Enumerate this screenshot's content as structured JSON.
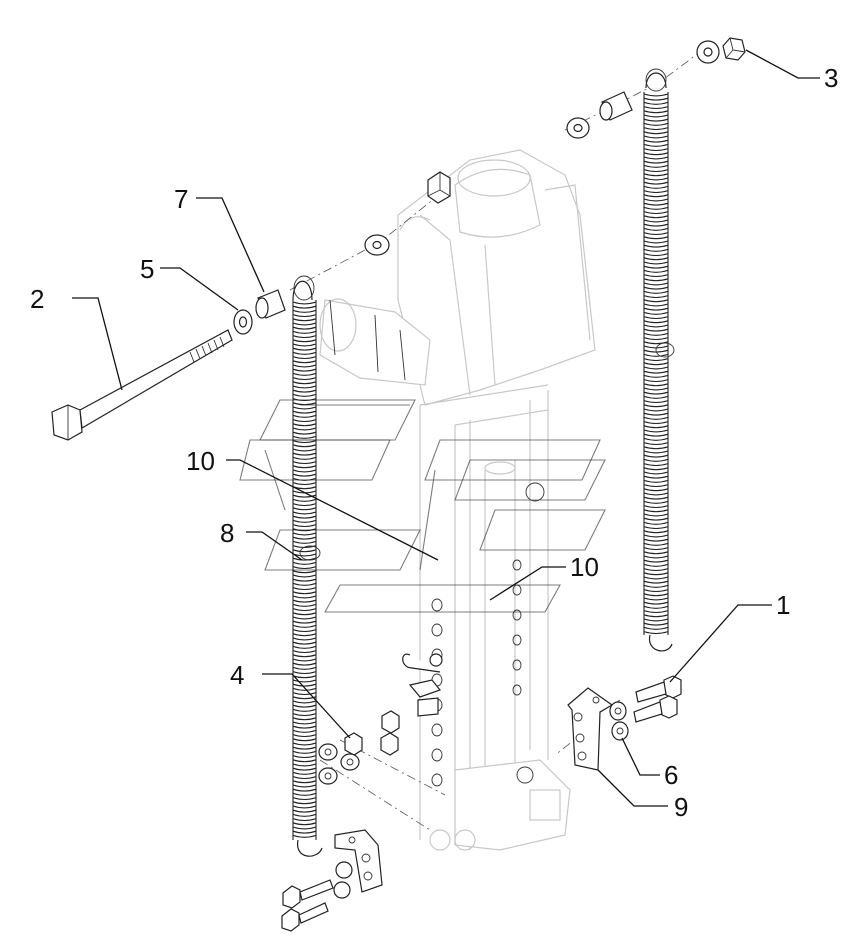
{
  "callouts": [
    {
      "id": "c1",
      "label": "1"
    },
    {
      "id": "c2",
      "label": "2"
    },
    {
      "id": "c3",
      "label": "3"
    },
    {
      "id": "c4",
      "label": "4"
    },
    {
      "id": "c5",
      "label": "5"
    },
    {
      "id": "c6",
      "label": "6"
    },
    {
      "id": "c7",
      "label": "7"
    },
    {
      "id": "c8",
      "label": "8"
    },
    {
      "id": "c9",
      "label": "9"
    },
    {
      "id": "c10a",
      "label": "10"
    },
    {
      "id": "c10b",
      "label": "10"
    }
  ],
  "colors": {
    "ink": "#111111",
    "ghost": "#c8c8c8",
    "background": "#ffffff"
  }
}
